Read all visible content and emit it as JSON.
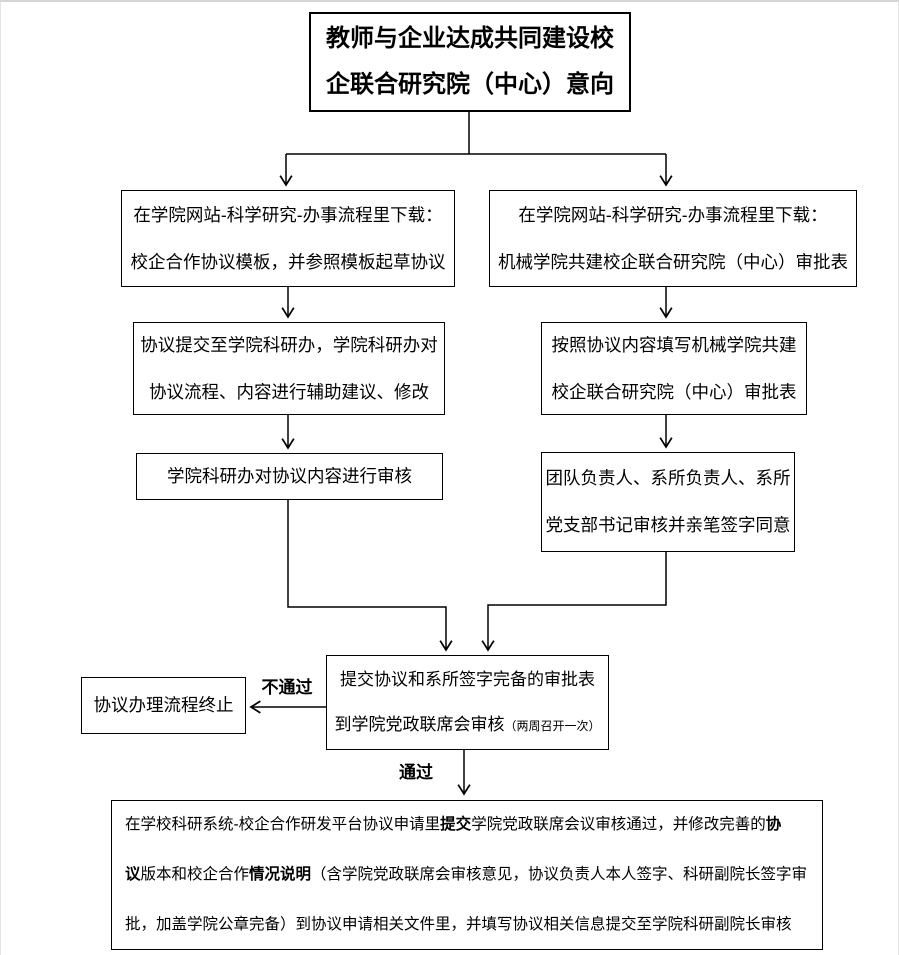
{
  "colors": {
    "line": "#000000",
    "box_border": "#000000",
    "page_edge": "#d5d5d5"
  },
  "flow": {
    "top_box": {
      "lines": [
        "教师与企业达成共同建设校",
        "企联合研究院（中心）意向"
      ]
    },
    "row2_left": {
      "lines": [
        "在学院网站-科学研究-办事流程里下载：",
        "校企合作协议模板，并参照模板起草协议"
      ]
    },
    "row2_right": {
      "lines": [
        "在学院网站-科学研究-办事流程里下载：",
        "机械学院共建校企联合研究院（中心）审批表"
      ]
    },
    "row3_left": {
      "lines": [
        "协议提交至学院科研办，学院科研办对",
        "协议流程、内容进行辅助建议、修改"
      ]
    },
    "row3_right": {
      "lines": [
        "按照协议内容填写机械学院共建",
        "校企联合研究院（中心）审批表"
      ]
    },
    "row4_left": {
      "lines": [
        "学院科研办对协议内容进行审核"
      ]
    },
    "row4_right": {
      "lines": [
        "团队负责人、系所负责人、系所",
        "党支部书记审核并亲笔签字同意"
      ]
    },
    "merge_box": {
      "line1": "提交协议和系所签字完备的审批表",
      "line2_main": "到学院党政联席会审核",
      "line2_small": "（两周召开一次）"
    },
    "terminate_box": {
      "label": "协议办理流程终止"
    },
    "labels": {
      "fail": "不通过",
      "pass": "通过"
    },
    "bottom_box": {
      "lines": [
        [
          {
            "t": "在学校科研系统-校企合作研发平台协议申请里",
            "b": false
          },
          {
            "t": "提交",
            "b": true
          },
          {
            "t": "学院党政联席会议审核通过，并修改完善的",
            "b": false
          },
          {
            "t": "协",
            "b": true
          }
        ],
        [
          {
            "t": "议",
            "b": true
          },
          {
            "t": "版本和校企合作",
            "b": false
          },
          {
            "t": "情况说明",
            "b": true
          },
          {
            "t": "（含学院党政联席会审核意见，协议负责人本人签字、科研副院长签字审",
            "b": false
          }
        ],
        [
          {
            "t": "批，加盖学院公章完备）到协议申请相关文件里，并填写协议相关信息提交至学院科研副院长审核",
            "b": false
          }
        ]
      ]
    }
  }
}
